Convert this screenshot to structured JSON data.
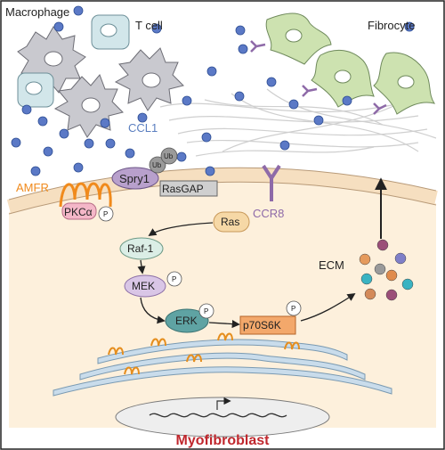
{
  "labels": {
    "macrophage": "Macrophage",
    "t_cell": "T cell",
    "fibrocyte": "Fibrocyte",
    "ccl1": "CCL1",
    "amfr": "AMFR",
    "spry1": "Spry1",
    "ub1": "Ub",
    "ub2": "Ub",
    "rasgap": "RasGAP",
    "pkc": "PKCα",
    "p": "P",
    "ccr8": "CCR8",
    "ras": "Ras",
    "raf1": "Raf-1",
    "mek": "MEK",
    "erk": "ERK",
    "p70s6k": "p70S6K",
    "ecm": "ECM",
    "title": "Myofibroblast"
  },
  "colors": {
    "title": "#c0272d",
    "amfr": "#f08a1c",
    "ccl1": "#5b7fc0",
    "ccr8": "#8e6aa8",
    "ligand": "#5b79c6",
    "macrophage_fill": "#c9c9cf",
    "t_cell_fill": "#d2e6ea",
    "fibrocyte_fill": "#cde2b0",
    "spry1_fill": "#b8a0cc",
    "rasgap_fill": "#cfcfcf",
    "pkc_fill": "#f4b7c8",
    "ras_fill": "#f6d8a6",
    "raf_fill": "#dbeee6",
    "mek_fill": "#d9c6e6",
    "erk_fill": "#5fa3a3",
    "p70_fill": "#f3a86b",
    "membrane": "#f6dfc0",
    "cytoplasm": "#fdf0dc"
  }
}
